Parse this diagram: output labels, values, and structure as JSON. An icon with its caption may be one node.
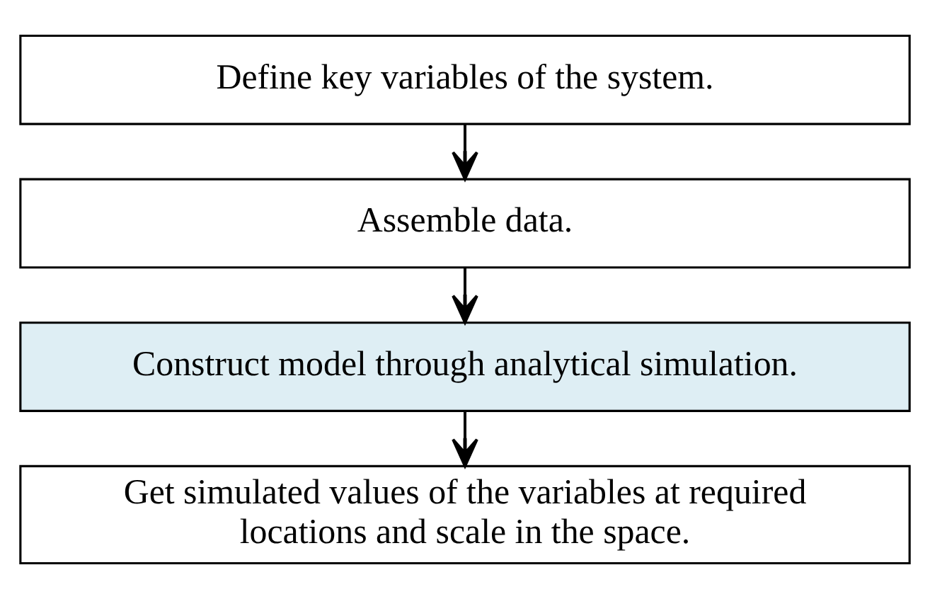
{
  "diagram": {
    "nodes": [
      {
        "text": [
          "Define key variables of the system."
        ]
      },
      {
        "text": [
          "Assemble data."
        ]
      },
      {
        "text": [
          "Construct model through analytical simulation."
        ]
      },
      {
        "text": [
          "Get simulated values of the variables at required locations and scale in the space."
        ]
      }
    ],
    "edges": [
      {
        "from": 0,
        "to": 1,
        "arrow": "to"
      },
      {
        "from": 1,
        "to": 2,
        "arrow": "to"
      },
      {
        "from": 2,
        "to": 3,
        "arrow": "to"
      }
    ]
  }
}
